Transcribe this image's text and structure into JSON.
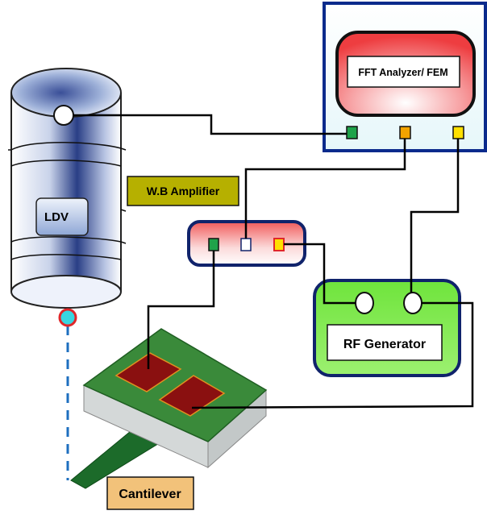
{
  "labels": {
    "fft": "FFT Analyzer/ FEM",
    "amplifier": "W.B Amplifier",
    "ldv": "LDV",
    "rf": "RF Generator",
    "cantilever": "Cantilever"
  },
  "colors": {
    "fft_panel_border": "#0a2a8c",
    "fft_panel_fill": "#eaf8fb",
    "fft_box_fill": "#f0474a",
    "fft_box_border": "#111111",
    "amp_label_fill": "#b6b000",
    "amp_box_border": "#10236b",
    "rf_fill": "#7be84a",
    "rf_border": "#10236b",
    "ldv_body": "#8fa0c8",
    "ldv_beam": "#1e6fbf",
    "ldv_spot": "#39d6e0",
    "cantilever_top": "#3a8a3a",
    "cantilever_beam": "#1c6b2a",
    "cantilever_base": "#d4d8d8",
    "pad": "#8a1010",
    "cantilever_label_fill": "#f2c27a",
    "port_green": "#1fa34a",
    "port_orange": "#f2a300",
    "port_yellow": "#ffe000",
    "wire": "#000000"
  }
}
